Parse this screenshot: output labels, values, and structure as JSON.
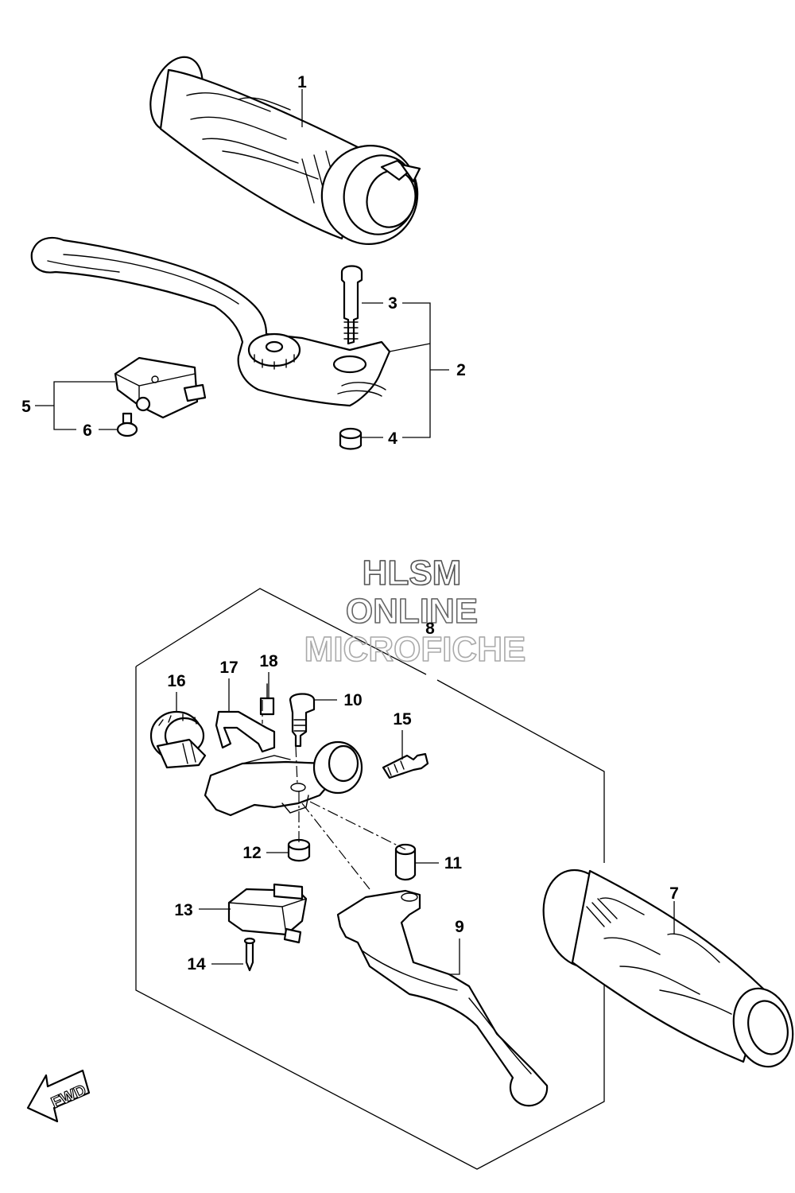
{
  "callouts": {
    "c1": "1",
    "c2": "2",
    "c3": "3",
    "c4": "4",
    "c5": "5",
    "c6": "6",
    "c7": "7",
    "c8": "8",
    "c9": "9",
    "c10": "10",
    "c11": "11",
    "c12": "12",
    "c13": "13",
    "c14": "14",
    "c15": "15",
    "c16": "16",
    "c17": "17",
    "c18": "18"
  },
  "watermark": {
    "line1": "HLSM",
    "line2": "ONLINE",
    "line3": "MICROFICHE"
  },
  "fwd_label": "FWD",
  "colors": {
    "line": "#000000",
    "grip_shade": "#d0d0d0",
    "watermark": "#9a9a9a"
  }
}
